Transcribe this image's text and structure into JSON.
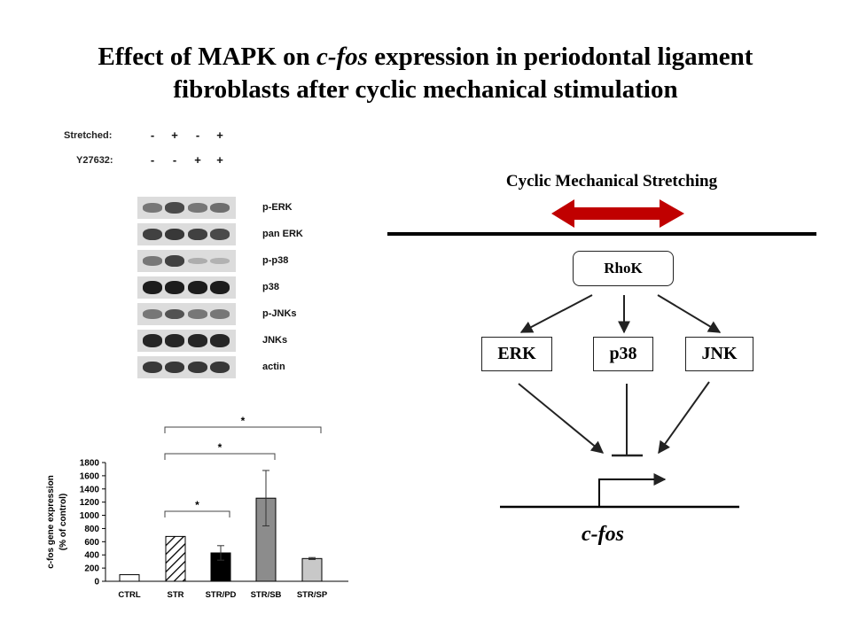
{
  "title": {
    "line1_pre": "Effect of MAPK on ",
    "line1_italic": "c-fos",
    "line1_post": " expression in periodontal ligament",
    "line2": "fibroblasts after cyclic mechanical stimulation"
  },
  "western_blot": {
    "conditions": [
      {
        "label": "Stretched:",
        "signs": [
          "-",
          "+",
          "-",
          "+"
        ]
      },
      {
        "label": "Y27632:",
        "signs": [
          "-",
          "-",
          "+",
          "+"
        ]
      }
    ],
    "blots": [
      {
        "label": "p-ERK",
        "intensity": [
          0.45,
          0.7,
          0.45,
          0.5
        ]
      },
      {
        "label": "pan ERK",
        "intensity": [
          0.75,
          0.8,
          0.75,
          0.7
        ]
      },
      {
        "label": "p-p38",
        "intensity": [
          0.45,
          0.75,
          0.15,
          0.12
        ]
      },
      {
        "label": "p38",
        "intensity": [
          0.95,
          0.95,
          0.95,
          0.95
        ]
      },
      {
        "label": "p-JNKs",
        "intensity": [
          0.45,
          0.65,
          0.45,
          0.45
        ]
      },
      {
        "label": "JNKs",
        "intensity": [
          0.9,
          0.9,
          0.9,
          0.9
        ]
      },
      {
        "label": "actin",
        "intensity": [
          0.8,
          0.8,
          0.8,
          0.8
        ]
      }
    ]
  },
  "chart_data": {
    "type": "bar",
    "categories": [
      "CTRL",
      "STR",
      "STR/PD",
      "STR/SB",
      "STR/SP"
    ],
    "values": [
      100,
      680,
      430,
      1260,
      345
    ],
    "errors": [
      0,
      0,
      110,
      420,
      15
    ],
    "ylabel": "c-fos gene expression",
    "ylabel2": "(% of control)",
    "ylim": [
      0,
      1800
    ],
    "yticks": [
      0,
      200,
      400,
      600,
      800,
      1000,
      1200,
      1400,
      1600,
      1800
    ],
    "grid": false,
    "bar_fills": [
      "white",
      "hatched",
      "#000000",
      "#8c8c8c",
      "#c8c8c8"
    ],
    "significance": [
      {
        "from": "STR",
        "to": "STR/PD",
        "label": "*"
      },
      {
        "from": "STR",
        "to": "STR/SB",
        "label": "*"
      },
      {
        "from": "STR",
        "to": "STR/SP",
        "label": "*"
      }
    ]
  },
  "pathway": {
    "stimulus": "Cyclic Mechanical Stretching",
    "kinase": "RhoK",
    "mapks": [
      "ERK",
      "p38",
      "JNK"
    ],
    "gene": "c-fos",
    "arrow_color": "#c00000"
  }
}
